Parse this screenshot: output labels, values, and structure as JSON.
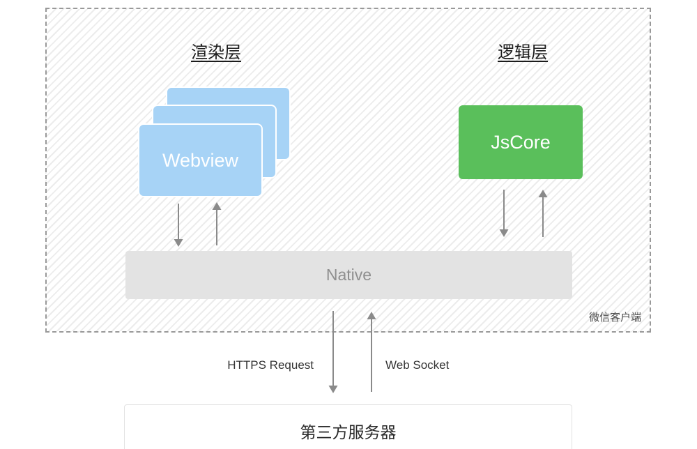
{
  "wechat_client": {
    "label": "微信客户端",
    "render_layer_title": "渲染层",
    "logic_layer_title": "逻辑层",
    "webview_label": "Webview",
    "jscore_label": "JsCore",
    "native_label": "Native"
  },
  "connections": {
    "https_label": "HTTPS Request",
    "websocket_label": "Web Socket"
  },
  "server": {
    "label": "第三方服务器"
  },
  "colors": {
    "webview_blue": "#a7d3f6",
    "jscore_green": "#5abf5b",
    "native_gray": "#e3e3e3",
    "native_text": "#8f8f8f",
    "arrow_gray": "#8a8a8a",
    "hatch_line": "#ececec",
    "dash_border": "#999999",
    "title_text": "#1c1c1c",
    "label_text": "#333333",
    "server_border": "#e2e2e2"
  }
}
